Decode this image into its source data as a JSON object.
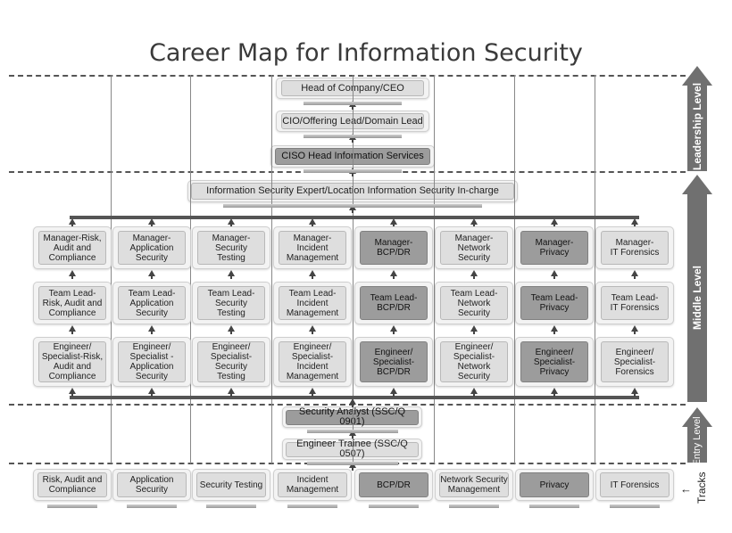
{
  "title": "Career Map for Information Security",
  "levels": {
    "leadership": "Leadership  Level",
    "middle": "Middle Level",
    "entry": "Entry Level",
    "tracks": "Tracks"
  },
  "leadership_roles": {
    "head": "Head of Company/CEO",
    "cio": "CIO/Offering Lead/Domain Lead",
    "ciso": "CISO Head Information Services"
  },
  "expert_role": "Information Security Expert/Location Information Security In-charge",
  "entry_roles": {
    "analyst": "Security Analyst (SSC/Q 0901)",
    "trainee": "Engineer Trainee (SSC/Q 0507)"
  },
  "columns": [
    {
      "manager": "Manager-Risk,\nAudit and\nCompliance",
      "lead": "Team Lead-\nRisk, Audit and\nCompliance",
      "engineer": "Engineer/\nSpecialist-Risk,\nAudit and\nCompliance",
      "track": "Risk, Audit and\nCompliance",
      "shade": "lt"
    },
    {
      "manager": "Manager-\nApplication\nSecurity",
      "lead": "Team Lead-\nApplication\nSecurity",
      "engineer": "Engineer/\nSpecialist -\nApplication\nSecurity",
      "track": "Application\nSecurity",
      "shade": "lt"
    },
    {
      "manager": "Manager-\nSecurity\nTesting",
      "lead": "Team Lead-\nSecurity\nTesting",
      "engineer": "Engineer/\nSpecialist-\nSecurity\nTesting",
      "track": "Security Testing",
      "shade": "lt"
    },
    {
      "manager": "Manager-\nIncident\nManagement",
      "lead": "Team Lead-\nIncident\nManagement",
      "engineer": "Engineer/\nSpecialist-\nIncident\nManagement",
      "track": "Incident\nManagement",
      "shade": "lt"
    },
    {
      "manager": "Manager-\nBCP/DR",
      "lead": "Team Lead-\nBCP/DR",
      "engineer": "Engineer/\nSpecialist-\nBCP/DR",
      "track": "BCP/DR",
      "shade": "dk"
    },
    {
      "manager": "Manager-\nNetwork\nSecurity",
      "lead": "Team Lead-\nNetwork\nSecurity",
      "engineer": "Engineer/\nSpecialist-\nNetwork\nSecurity",
      "track": "Network Security\nManagement",
      "shade": "lt"
    },
    {
      "manager": "Manager-\nPrivacy",
      "lead": "Team Lead-\nPrivacy",
      "engineer": "Engineer/\nSpecialist-\nPrivacy",
      "track": "Privacy",
      "shade": "dk"
    },
    {
      "manager": "Manager-\nIT Forensics",
      "lead": "Team Lead-\nIT Forensics",
      "engineer": "Engineer/\nSpecialist-\nForensics",
      "track": "IT Forensics",
      "shade": "lt"
    }
  ]
}
